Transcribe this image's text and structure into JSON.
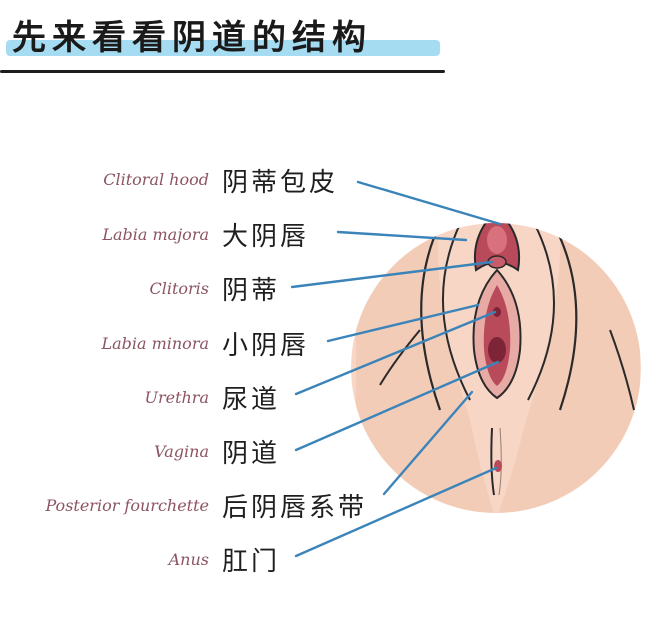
{
  "title": "先来看看阴道的结构",
  "labels": [
    {
      "id": "clitoral-hood",
      "en": "Clitoral hood",
      "cn": "阴蒂包皮"
    },
    {
      "id": "labia-majora",
      "en": "Labia majora",
      "cn": "大阴唇"
    },
    {
      "id": "clitoris",
      "en": "Clitoris",
      "cn": "阴蒂"
    },
    {
      "id": "labia-minora",
      "en": "Labia minora",
      "cn": "小阴唇"
    },
    {
      "id": "urethra",
      "en": "Urethra",
      "cn": "尿道"
    },
    {
      "id": "vagina",
      "en": "Vagina",
      "cn": "阴道"
    },
    {
      "id": "posterior-fourchette",
      "en": "Posterior fourchette",
      "cn": "后阴唇系带"
    },
    {
      "id": "anus",
      "en": "Anus",
      "cn": "肛门"
    }
  ],
  "colors": {
    "background_circle": "#f7d6c5",
    "skin": "#f4cab3",
    "outline": "#2a2a2a",
    "inner_tissue": "#b84a5a",
    "dark_opening": "#7d2436",
    "leader_line": "#3b84ba",
    "title_highlight": "#a6dcf2",
    "english_text": "#8c5462"
  }
}
